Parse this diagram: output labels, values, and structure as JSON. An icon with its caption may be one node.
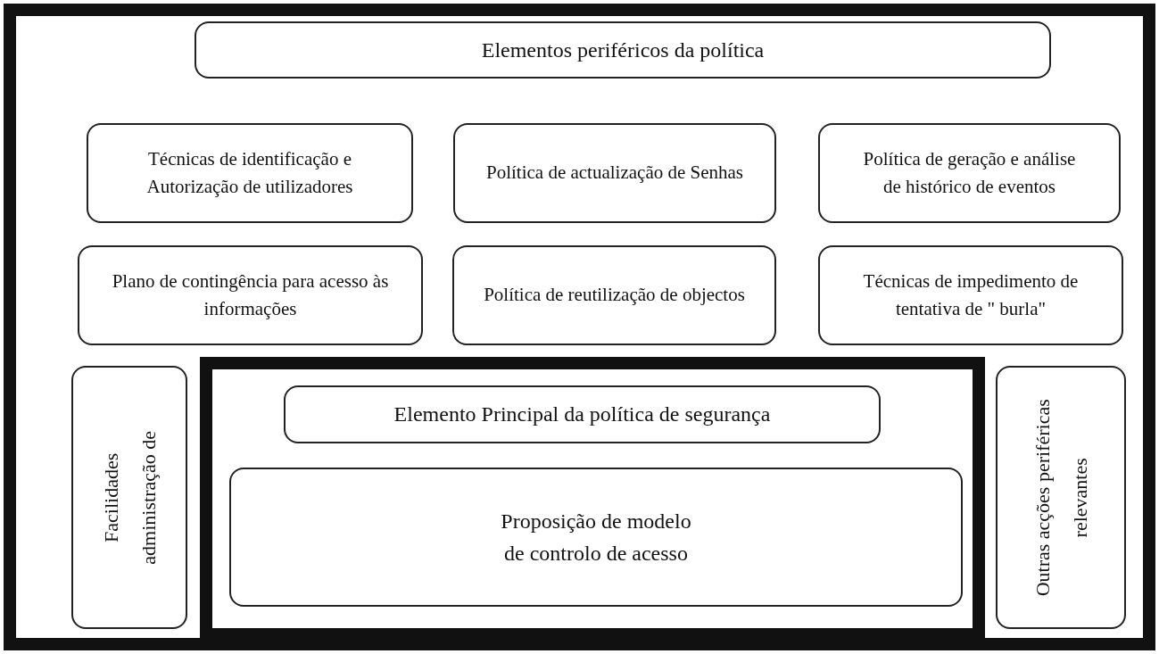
{
  "diagram": {
    "nodes": [
      {
        "text": [],
        "shape": "box"
      },
      {
        "text": [
          "Elementos periféricos da política"
        ],
        "in": 0
      },
      {
        "text": [
          "Técnicas de identificação e Autorização de utilizadores"
        ],
        "in": 0
      },
      {
        "text": [
          "Política de actualização de Senhas"
        ],
        "in": 0
      },
      {
        "text": [
          "Política de geração e análise de histórico de eventos"
        ],
        "in": 0
      },
      {
        "text": [
          "Plano de contingência para acesso às informações"
        ],
        "in": 0
      },
      {
        "text": [
          "Política de reutilização de objectos"
        ],
        "in": 0
      },
      {
        "text": [
          "Técnicas de impedimento de tentativa de \" burla\""
        ],
        "in": 0
      },
      {
        "text": [
          "Facilidades administração de"
        ],
        "in": 0
      },
      {
        "text": [],
        "shape": "box",
        "in": 0
      },
      {
        "text": [
          "Elemento Principal da política de segurança"
        ],
        "in": 9
      },
      {
        "text": [
          "Proposição de modelo de controlo de acesso"
        ],
        "in": 9
      },
      {
        "text": [
          "Outras acções periféricas relevantes"
        ],
        "in": 0
      }
    ]
  }
}
